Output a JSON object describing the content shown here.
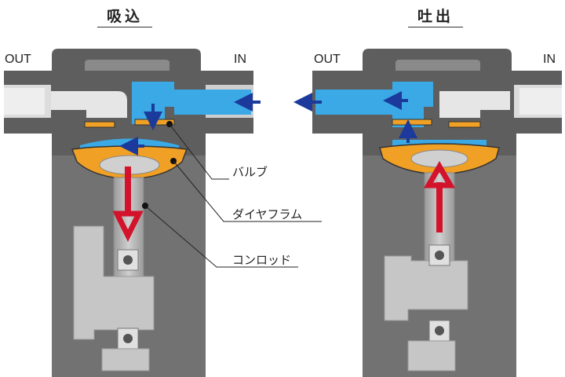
{
  "panels": {
    "suction": {
      "title": "吸込",
      "outlet_label": "OUT",
      "inlet_label": "IN",
      "rod_direction": "down"
    },
    "discharge": {
      "title": "吐出",
      "outlet_label": "OUT",
      "inlet_label": "IN",
      "rod_direction": "up"
    }
  },
  "callouts": {
    "valve": "バルブ",
    "diaphragm": "ダイヤフラム",
    "connecting_rod": "コンロッド"
  },
  "colors": {
    "housing": "#5e5e5e",
    "liner": "#d9d9d9",
    "fluid": "#3aa9e6",
    "diaphragm": "#f0a024",
    "valve": "#f0a024",
    "flow_arrow": "#1b3a9c",
    "rod_arrow": "#d3132c",
    "background_column": "#727272",
    "rod": "#d4d4d4",
    "leader_line": "#222222"
  },
  "icons": {
    "flow": "blue-flow-arrow",
    "rod_motion": "red-motion-arrow"
  }
}
